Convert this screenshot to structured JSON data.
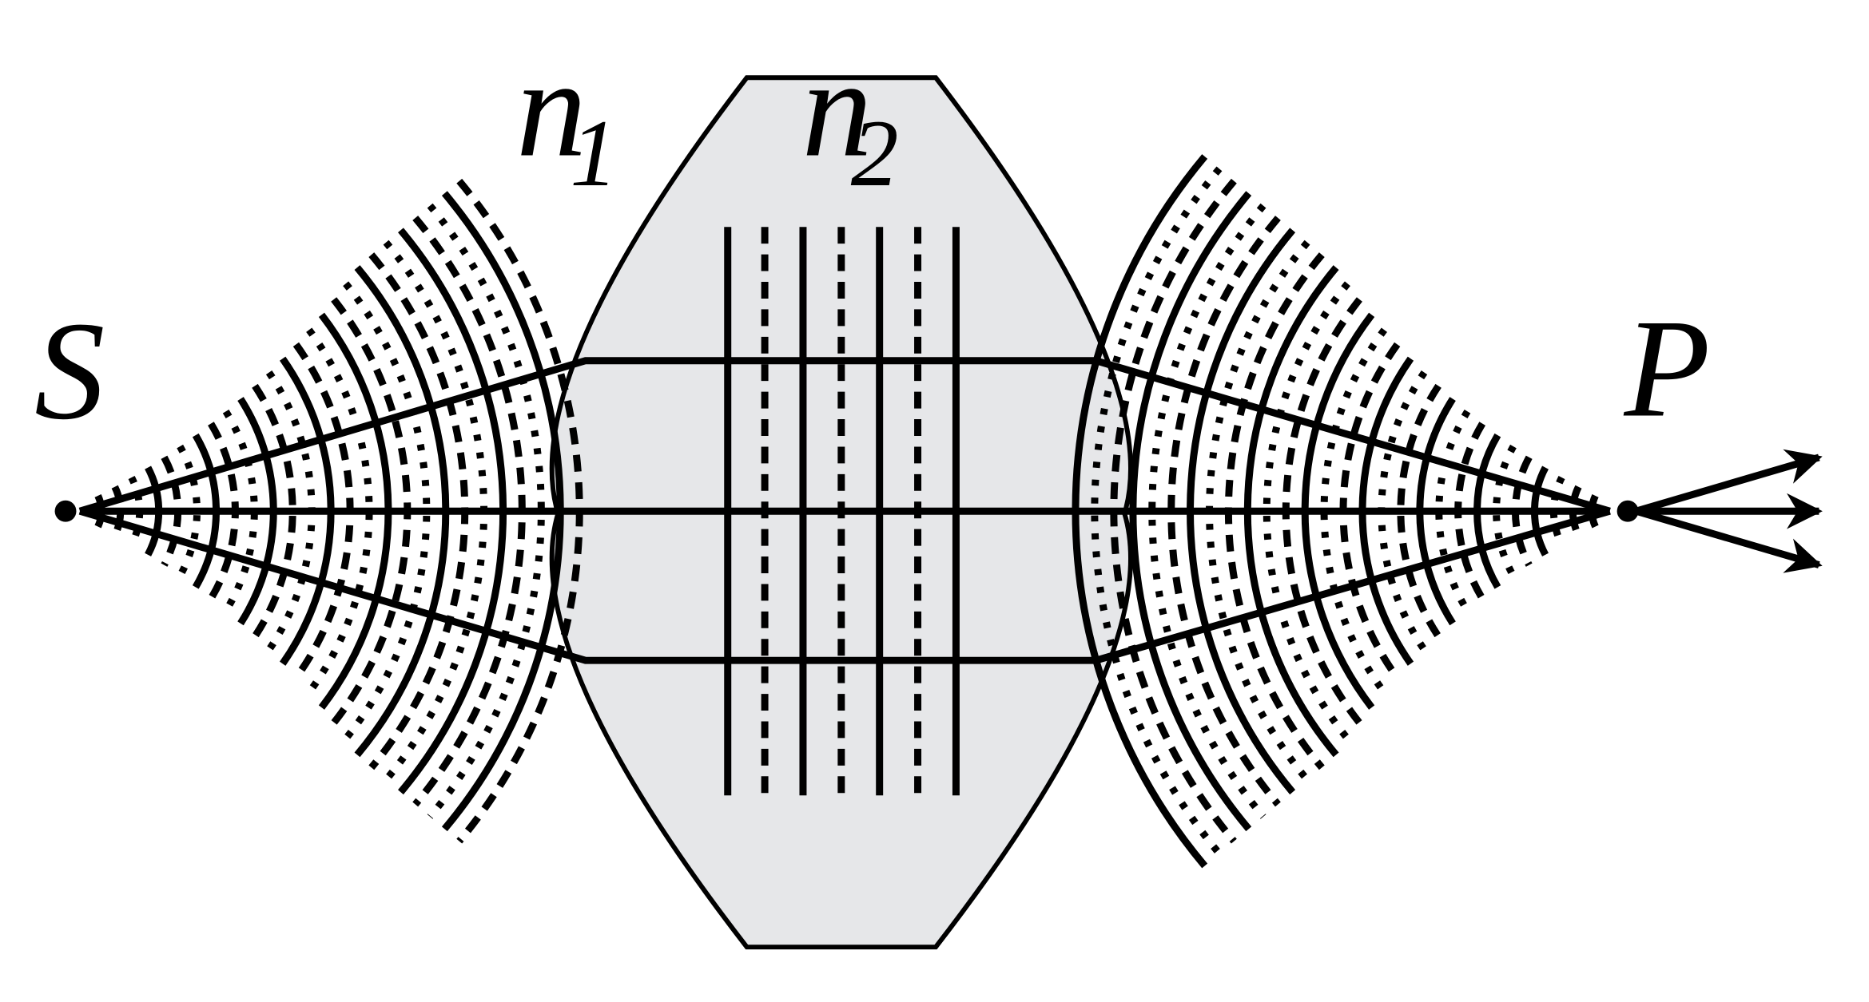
{
  "labels": {
    "source": "S",
    "image": "P",
    "medium1": "n",
    "medium1_sub": "1",
    "medium2": "n",
    "medium2_sub": "2"
  },
  "colors": {
    "ink": "#000000",
    "lens_fill": "#e6e7e9",
    "background": "#ffffff"
  }
}
